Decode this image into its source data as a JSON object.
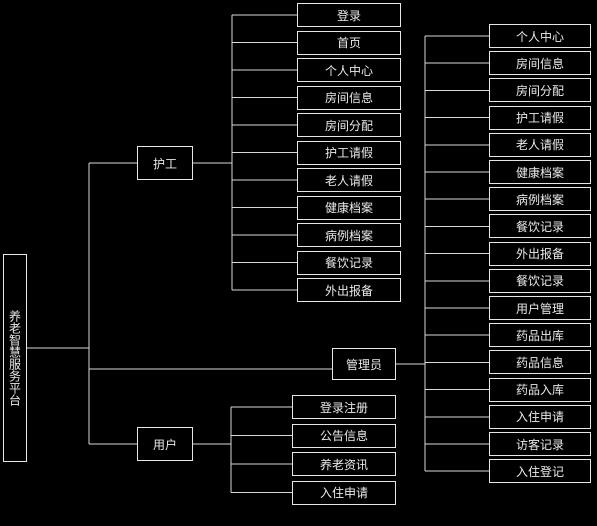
{
  "root": {
    "label": "养老智慧服务平台"
  },
  "caregiver": {
    "label": "护工",
    "children": [
      "登录",
      "首页",
      "个人中心",
      "房间信息",
      "房间分配",
      "护工请假",
      "老人请假",
      "健康档案",
      "病例档案",
      "餐饮记录",
      "外出报备"
    ]
  },
  "admin": {
    "label": "管理员",
    "children": [
      "个人中心",
      "房间信息",
      "房间分配",
      "护工请假",
      "老人请假",
      "健康档案",
      "病例档案",
      "餐饮记录",
      "外出报备",
      "餐饮记录",
      "用户管理",
      "药品出库",
      "药品信息",
      "药品入库",
      "入住申请",
      "访客记录",
      "入住登记"
    ]
  },
  "user": {
    "label": "用户",
    "children": [
      "登录注册",
      "公告信息",
      "养老资讯",
      "入住申请"
    ]
  }
}
